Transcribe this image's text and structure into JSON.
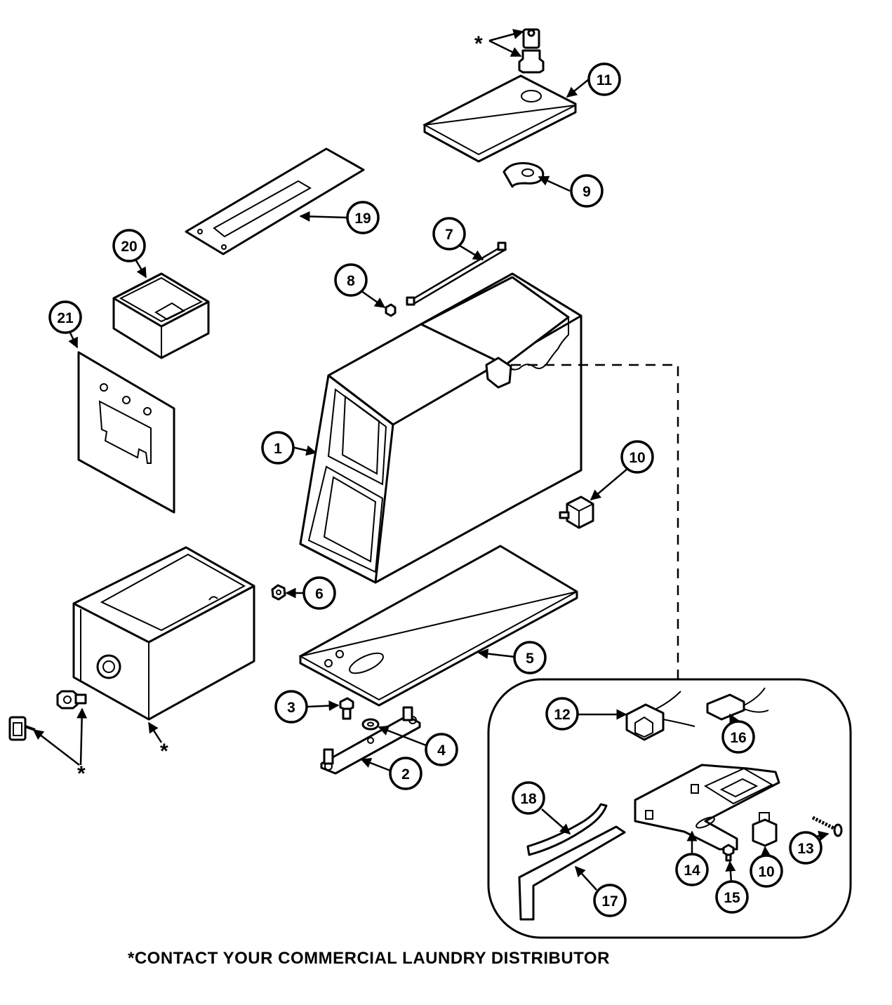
{
  "callouts": {
    "c1": "1",
    "c2": "2",
    "c3": "3",
    "c4": "4",
    "c5": "5",
    "c6": "6",
    "c7": "7",
    "c8": "8",
    "c9": "9",
    "c10a": "10",
    "c10b": "10",
    "c11": "11",
    "c12": "12",
    "c13": "13",
    "c14": "14",
    "c15": "15",
    "c16": "16",
    "c17": "17",
    "c18": "18",
    "c19": "19",
    "c20": "20",
    "c21": "21"
  },
  "asterisk_marks": {
    "top": "*",
    "drawer": "*",
    "lock": "*"
  },
  "footnote": "*CONTACT YOUR COMMERCIAL LAUNDRY DISTRIBUTOR"
}
